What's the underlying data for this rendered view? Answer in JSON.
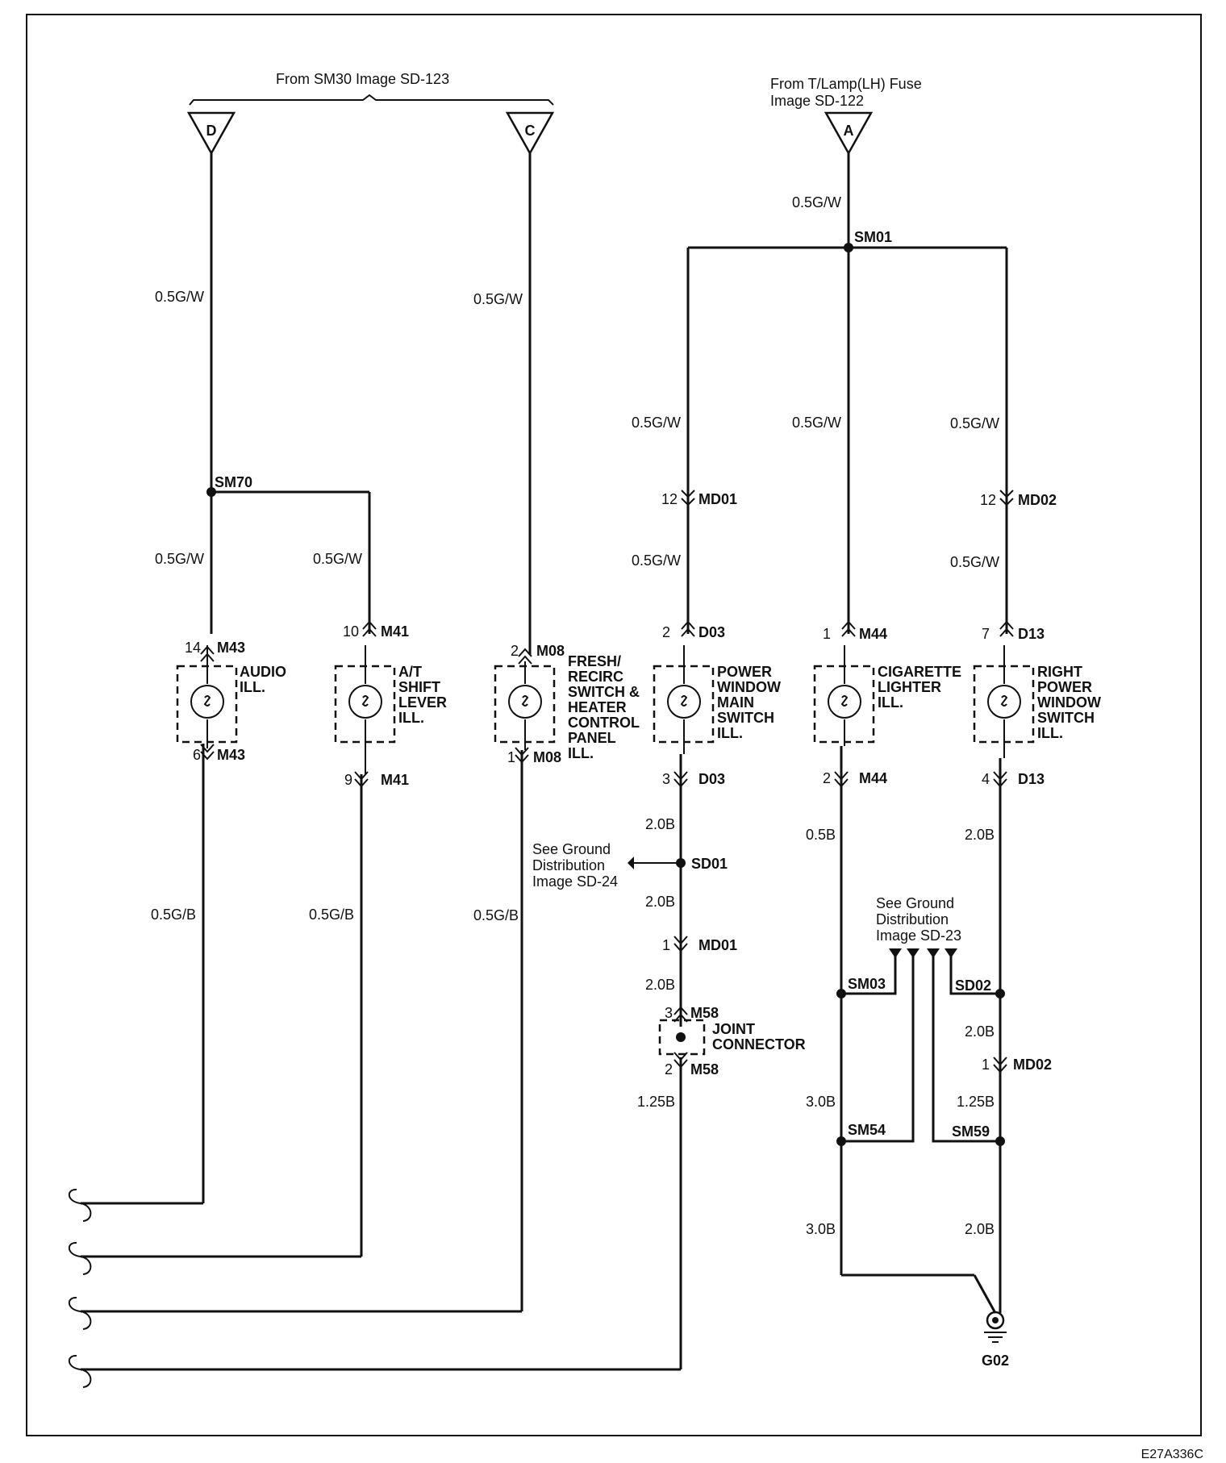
{
  "sources": {
    "sm30_text": "From SM30  Image  SD-123",
    "fuse_line1": "From T/Lamp(LH) Fuse",
    "fuse_line2": "Image  SD-122",
    "d": "D",
    "c": "C",
    "a": "A"
  },
  "wires": {
    "g_w": "0.5G/W",
    "g_b": "0.5G/B",
    "b05": "0.5B",
    "b20": "2.0B",
    "b30": "3.0B",
    "b125": "1.25B"
  },
  "splices": {
    "sm01": "SM01",
    "sm70": "SM70",
    "sd01": "SD01",
    "sm03": "SM03",
    "sd02": "SD02",
    "sm54": "SM54",
    "sm59": "SM59"
  },
  "connectors": {
    "m43": "M43",
    "m41": "M41",
    "m08": "M08",
    "d03": "D03",
    "m44": "M44",
    "d13": "D13",
    "md01": "MD01",
    "md02": "MD02",
    "m58": "M58"
  },
  "pins": {
    "p14": "14",
    "p6": "6",
    "p10": "10",
    "p9": "9",
    "p2": "2",
    "p1": "1",
    "p3": "3",
    "p4": "4",
    "p7": "7",
    "p12": "12"
  },
  "components": {
    "audio": [
      "AUDIO",
      "ILL."
    ],
    "at_shift": [
      "A/T",
      "SHIFT",
      "LEVER",
      "ILL."
    ],
    "fresh": [
      "FRESH/",
      "RECIRC",
      "SWITCH &",
      "HEATER",
      "CONTROL",
      "PANEL",
      "ILL."
    ],
    "pw_main": [
      "POWER",
      "WINDOW",
      "MAIN",
      "SWITCH",
      "ILL."
    ],
    "cig": [
      "CIGARETTE",
      "LIGHTER",
      "ILL."
    ],
    "right_pw": [
      "RIGHT",
      "POWER",
      "WINDOW",
      "SWITCH",
      "ILL."
    ],
    "joint": [
      "JOINT",
      "CONNECTOR"
    ]
  },
  "ground_notes": {
    "sd24": [
      "See Ground",
      "Distribution",
      "Image  SD-24"
    ],
    "sd23": [
      "See Ground",
      "Distribution",
      "Image  SD-23"
    ]
  },
  "ground": "G02",
  "figure_code": "E27A336C"
}
